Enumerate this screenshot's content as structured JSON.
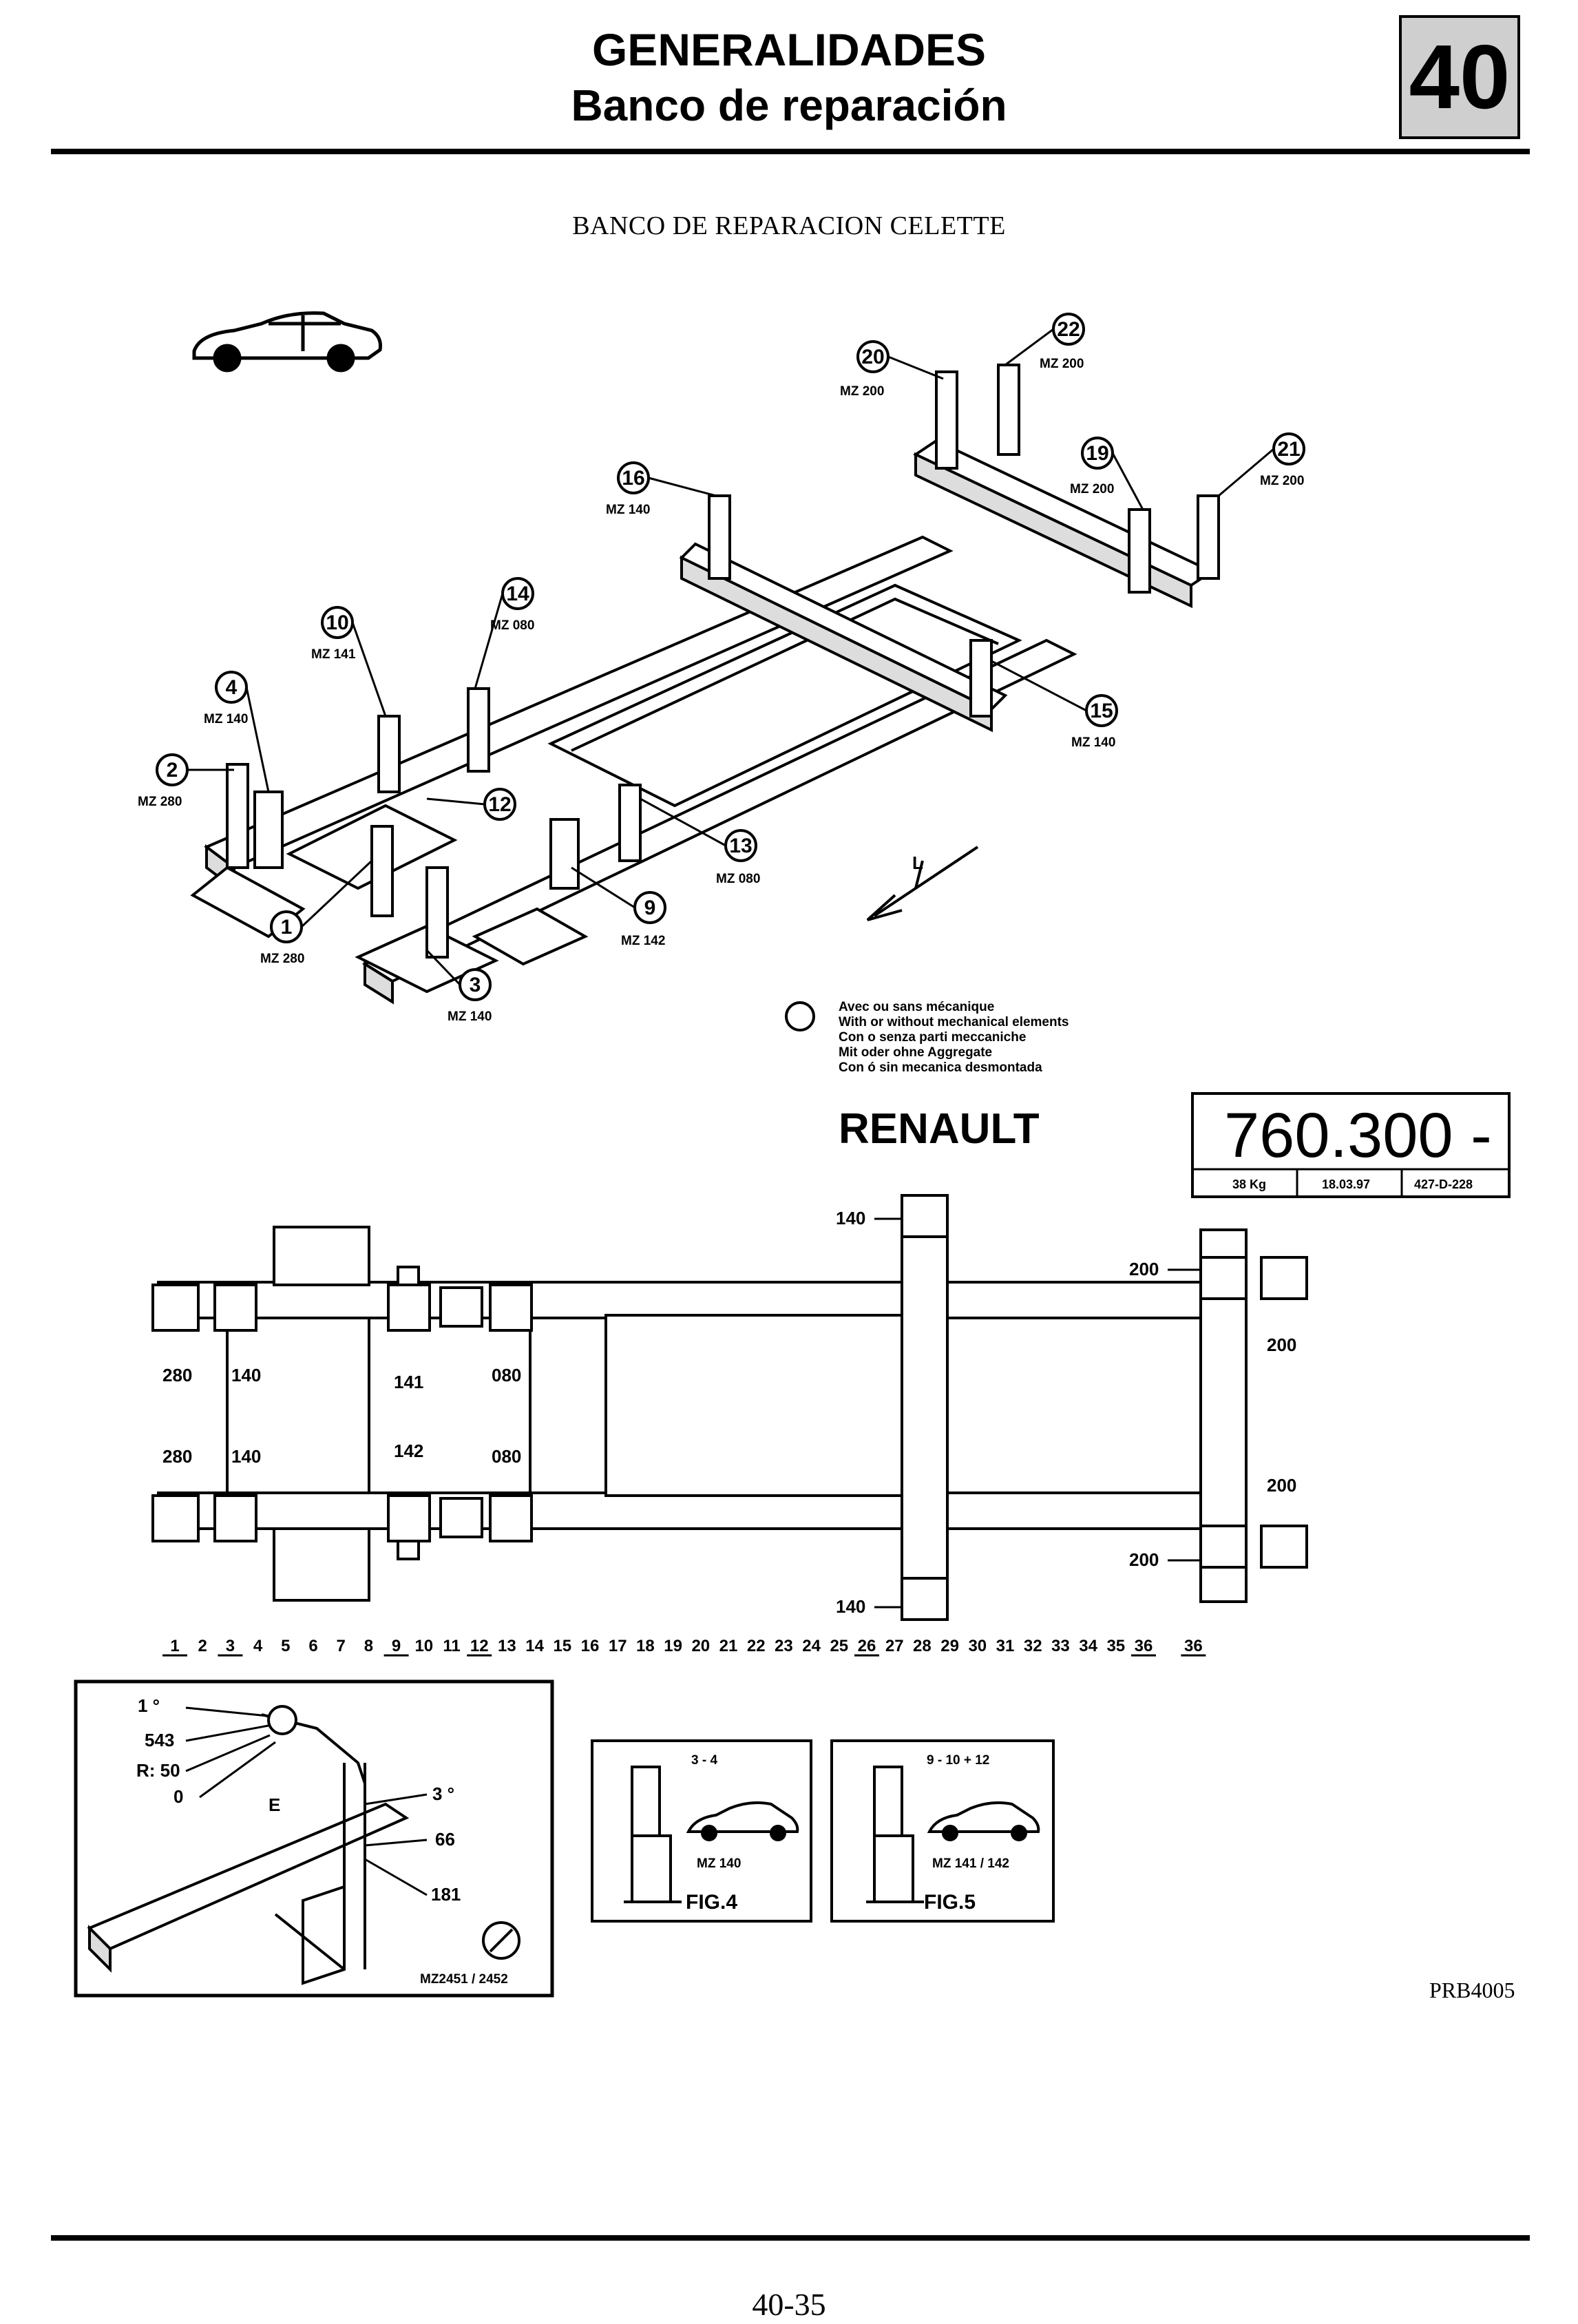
{
  "header": {
    "title": "GENERALIDADES",
    "subtitle": "Banco de reparación",
    "section_number": "40"
  },
  "caption": "BANCO DE REPARACION CELETTE",
  "perspective_view": {
    "callouts": [
      {
        "n": "1",
        "ref": "MZ 280"
      },
      {
        "n": "2",
        "ref": "MZ 280"
      },
      {
        "n": "3",
        "ref": "MZ 140"
      },
      {
        "n": "4",
        "ref": "MZ 140"
      },
      {
        "n": "9",
        "ref": "MZ 142"
      },
      {
        "n": "10",
        "ref": "MZ 141"
      },
      {
        "n": "12",
        "ref": ""
      },
      {
        "n": "13",
        "ref": "MZ 080"
      },
      {
        "n": "14",
        "ref": "MZ 080"
      },
      {
        "n": "15",
        "ref": "MZ 140"
      },
      {
        "n": "16",
        "ref": "MZ 140"
      },
      {
        "n": "19",
        "ref": "MZ 200"
      },
      {
        "n": "20",
        "ref": "MZ 200"
      },
      {
        "n": "21",
        "ref": "MZ 200"
      },
      {
        "n": "22",
        "ref": "MZ 200"
      }
    ],
    "arrow_label": "L"
  },
  "legend": {
    "lines": [
      "Avec ou sans mécanique",
      "With or without mechanical elements",
      "Con o senza parti meccaniche",
      "Mit oder ohne Aggregate",
      "Con ó sin mecanica desmontada"
    ]
  },
  "brand": "RENAULT",
  "plate": {
    "number": "760.300 -",
    "weight": "38 Kg",
    "date": "18.03.97",
    "code": "427-D-228"
  },
  "plan_view": {
    "labels": {
      "left_top": [
        "280",
        "140",
        "141",
        "080"
      ],
      "left_bottom": [
        "280",
        "140",
        "142",
        "080"
      ],
      "cross_top": "140",
      "cross_bottom": "140",
      "right_top_a": "200",
      "right_top_b": "200",
      "right_bottom_a": "200",
      "right_bottom_b": "200"
    },
    "scale": [
      "1",
      "2",
      "3",
      "4",
      "5",
      "6",
      "7",
      "8",
      "9",
      "10",
      "11",
      "12",
      "13",
      "14",
      "15",
      "16",
      "17",
      "18",
      "19",
      "20",
      "21",
      "22",
      "23",
      "24",
      "25",
      "26",
      "27",
      "28",
      "29",
      "30",
      "31",
      "32",
      "33",
      "34",
      "35",
      "36",
      "36"
    ],
    "scale_underlined": [
      "1",
      "3",
      "9",
      "12",
      "26",
      "36"
    ]
  },
  "detail_view": {
    "labels": [
      "1 °",
      "543",
      "R: 50",
      "0",
      "E",
      "3 °",
      "66",
      "181",
      "MZ2451 / 2452"
    ]
  },
  "fig4": {
    "heading": "3 - 4",
    "ref": "MZ 140",
    "label": "FIG.4"
  },
  "fig5": {
    "heading": "9 - 10 + 12",
    "ref": "MZ 141 / 142",
    "label": "FIG.5"
  },
  "ref_code": "PRB4005",
  "page_number": "40-35"
}
